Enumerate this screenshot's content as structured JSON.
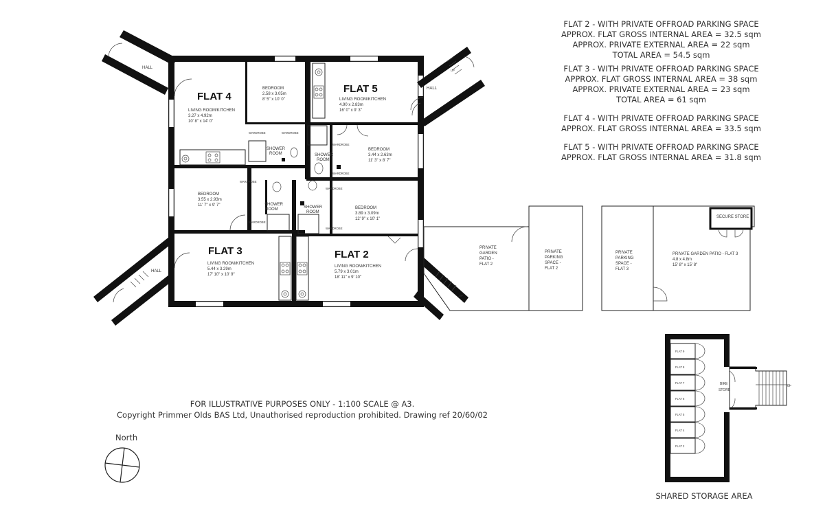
{
  "legend": [
    {
      "lines": [
        "FLAT 2 - WITH  PRIVATE OFFROAD PARKING SPACE",
        "APPROX. FLAT GROSS INTERNAL AREA = 32.5 sqm",
        "APPROX.  PRIVATE EXTERNAL AREA = 22 sqm",
        "TOTAL AREA = 54.5 sqm"
      ]
    },
    {
      "lines": [
        "FLAT 3 - WITH  PRIVATE OFFROAD PARKING SPACE",
        "APPROX. FLAT GROSS INTERNAL AREA = 38 sqm",
        "APPROX.  PRIVATE EXTERNAL AREA = 23 sqm",
        "TOTAL AREA = 61 sqm"
      ]
    },
    {
      "lines": [
        "FLAT 4 - WITH  PRIVATE OFFROAD PARKING SPACE",
        "APPROX. FLAT GROSS INTERNAL AREA = 33.5 sqm"
      ]
    },
    {
      "lines": [
        "FLAT 5 - WITH  PRIVATE OFFROAD PARKING SPACE",
        "APPROX. FLAT GROSS INTERNAL AREA = 31.8 sqm"
      ]
    }
  ],
  "note": {
    "line1": "FOR ILLUSTRATIVE PURPOSES ONLY - 1:100 SCALE @ A3.",
    "line2": "Copyright Primmer Olds BAS Ltd, Unauthorised reproduction prohibited. Drawing ref 20/60/02"
  },
  "north_label": "North",
  "storage_caption": "SHARED STORAGE AREA",
  "flats": {
    "flat4": "FLAT 4",
    "flat5": "FLAT 5",
    "flat3": "FLAT 3",
    "flat2": "FLAT 2"
  },
  "rooms": {
    "f4_living": {
      "name": "LIVING ROOM/KITCHEN",
      "metric": "3.27 x 4.92m",
      "imperial": "10' 8\" x 14' 0\""
    },
    "f4_bed": {
      "name": "BEDROOM",
      "metric": "2.58 x 3.05m",
      "imperial": "8' 5\" x 10' 0\""
    },
    "f5_living": {
      "name": "LIVING ROOM/KITCHEN",
      "metric": "4.90 x 2.83m",
      "imperial": "16' 0\" x 9' 3\""
    },
    "f5_bed": {
      "name": "BEDROOM",
      "metric": "3.44 x 2.63m",
      "imperial": "11' 3\" x 8' 7\""
    },
    "f3_bed": {
      "name": "BEDROOM",
      "metric": "3.55 x 2.93m",
      "imperial": "11' 7\" x 9' 7\""
    },
    "f3_living": {
      "name": "LIVING ROOM/KITCHEN",
      "metric": "5.44 x 3.29m",
      "imperial": "17' 10\" x 10' 9\""
    },
    "f2_bed": {
      "name": "BEDROOM",
      "metric": "3.89 x 3.09m",
      "imperial": "12' 9\" x 10' 1\""
    },
    "f2_living": {
      "name": "LIVING ROOM/KITCHEN",
      "metric": "5.79 x 3.01m",
      "imperial": "18' 11\" x 9' 10\""
    }
  },
  "small": {
    "hall": "HALL",
    "wardrobe": "WARDROBE",
    "shower1": "SHOWER",
    "shower2": "ROOM",
    "up": "UP",
    "secure_store": "SECURE STORE",
    "bike1": "BIKE",
    "bike2": "STORE"
  },
  "exterior": {
    "garden_f2": [
      "PRIVATE",
      "GARDEN",
      "PATIO -",
      "FLAT 2"
    ],
    "parking_f2": [
      "PRIVATE",
      "PARKING",
      "SPACE -",
      "FLAT 2"
    ],
    "parking_f3": [
      "PRIVATE",
      "PARKING",
      "SPACE -",
      "FLAT 3"
    ],
    "garden_f3": {
      "name": "PRIVATE GARDEN PATIO - FLAT 3",
      "metric": "4.8 x 4.8m",
      "imperial": "15' 8\" x 15' 8\""
    }
  },
  "storage_units": [
    "FLAT 9",
    "FLAT 8",
    "FLAT 7",
    "FLAT 6",
    "FLAT 5",
    "FLAT 4",
    "FLAT 2"
  ]
}
